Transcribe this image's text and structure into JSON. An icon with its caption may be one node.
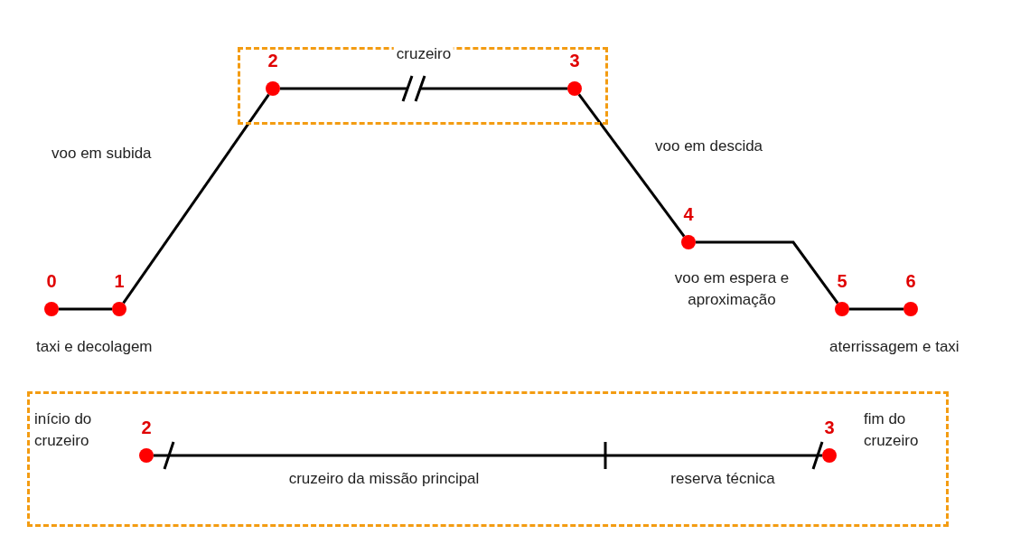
{
  "diagram": {
    "nodes": [
      {
        "text": [
          "0"
        ]
      },
      {
        "text": [
          "1"
        ]
      },
      {
        "text": [],
        "shape": "box"
      },
      {
        "text": [
          "2"
        ],
        "in": 2
      },
      {
        "text": [
          "3"
        ],
        "in": 2
      },
      {
        "text": [
          "4"
        ]
      },
      {
        "text": [
          "5"
        ]
      },
      {
        "text": [
          "6"
        ]
      },
      {
        "text": [],
        "shape": "box"
      },
      {
        "text": [
          "2"
        ],
        "in": 8,
        "beside": [
          "início do cruzeiro"
        ]
      },
      {
        "text": [
          "3"
        ],
        "in": 8,
        "beside": [
          "fim do cruzeiro"
        ]
      }
    ],
    "edges": [
      {
        "from": 0,
        "to": 1,
        "arrow": "none"
      },
      {
        "from": 1,
        "to": 3,
        "arrow": "none"
      },
      {
        "from": 3,
        "to": 4,
        "arrow": "none",
        "label": "cruzeiro"
      },
      {
        "from": 4,
        "to": 5,
        "arrow": "none"
      },
      {
        "from": 5,
        "to": 6,
        "arrow": "none"
      },
      {
        "from": 6,
        "to": 7,
        "arrow": "none"
      },
      {
        "from": 9,
        "to": 10,
        "arrow": "none"
      }
    ],
    "labels": [
      "voo em descida",
      "voo em subida",
      "voo em espera e aproximação",
      "taxi e decolagem",
      "aterrissagem e taxi",
      "cruzeiro da missão principal",
      "reserva técnica"
    ]
  }
}
